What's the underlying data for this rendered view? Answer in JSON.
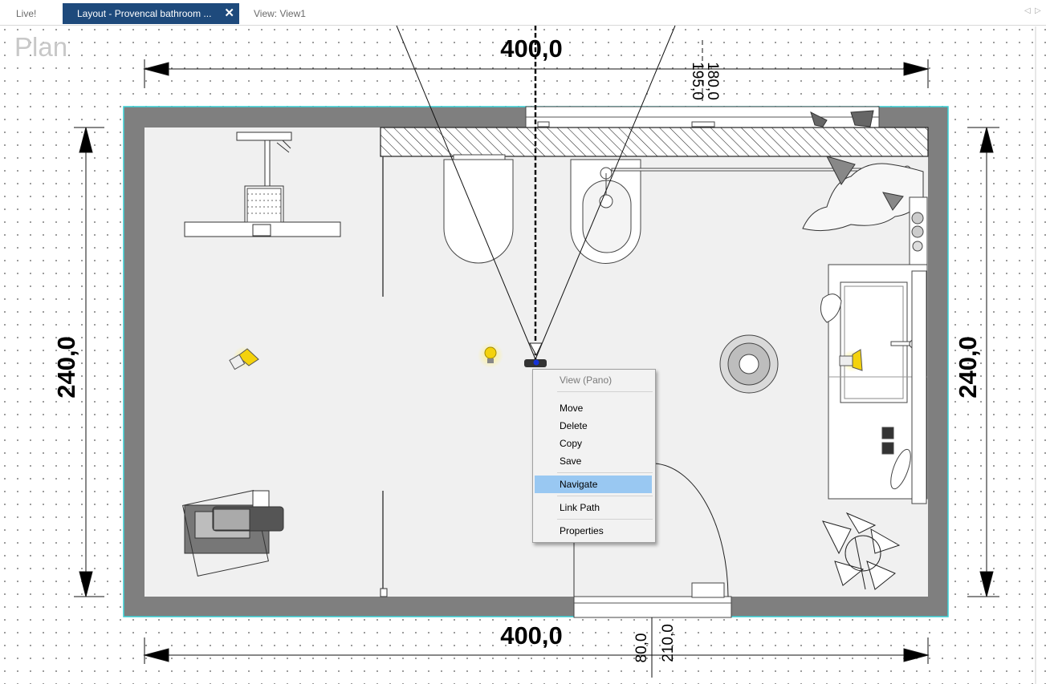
{
  "tabs": {
    "live": "Live!",
    "layout": "Layout - Provencal bathroom ...",
    "view": "View: View1",
    "close_glyph": "✕",
    "nav_left": "◁",
    "nav_right": "▷"
  },
  "plan_label": "Plan",
  "dimensions": {
    "top": "400,0",
    "bottom": "400,0",
    "left": "240,0",
    "right": "240,0",
    "window_a": "195,0",
    "window_b": "180,0",
    "door_a": "80,0",
    "door_b": "210,0"
  },
  "context_menu": {
    "header": "View (Pano)",
    "move": "Move",
    "delete": "Delete",
    "copy": "Copy",
    "save": "Save",
    "navigate": "Navigate",
    "link_path": "Link Path",
    "properties": "Properties"
  },
  "colors": {
    "tab_active": "#1e4a7c",
    "wall": "#7f7f7f",
    "floor": "#f0f0f0",
    "selection_outline": "#39d0d6",
    "menu_highlight": "#99c8f2",
    "light": "#f4d20c"
  },
  "icons": [
    "spot-light-icon",
    "bulb-light-icon",
    "camera-icon",
    "window-icon",
    "door-icon",
    "plant-icon"
  ]
}
